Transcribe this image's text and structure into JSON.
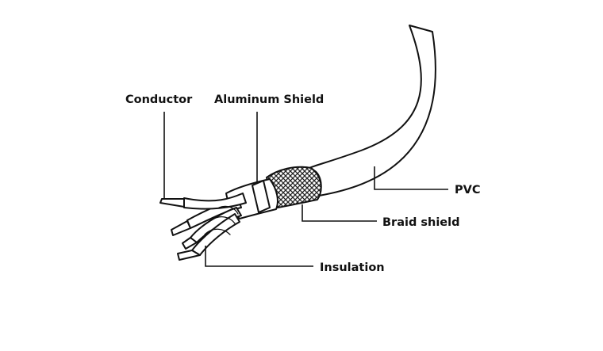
{
  "labels": {
    "conductor": "Conductor",
    "aluminum_shield": "Aluminum Shield",
    "pvc": "PVC",
    "braid_shield": "Braid shield",
    "insulation": "Insulation"
  },
  "colors": {
    "ink": "#111111",
    "background": "#ffffff",
    "braid": "#2a2a2a"
  }
}
